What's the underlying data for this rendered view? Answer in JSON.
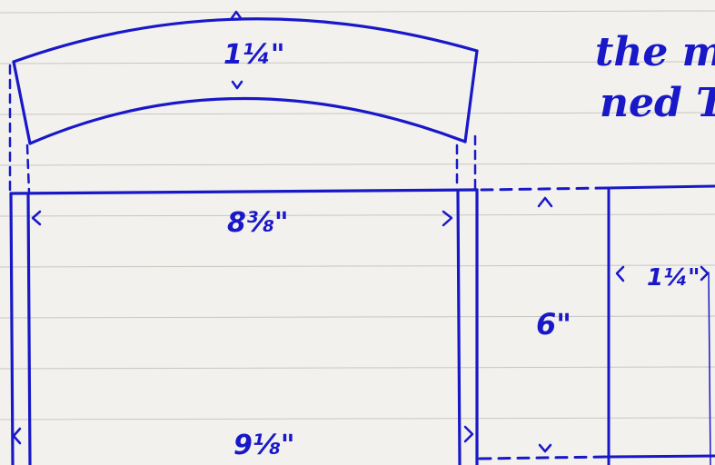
{
  "ink_color": "#1818c8",
  "paper_color": "#f3f1ee",
  "rule_color": "#c9c6c0",
  "arch": {
    "thickness_label": "1¼\""
  },
  "frame": {
    "inner_width_label": "8⅜\"",
    "outer_width_label": "9⅛\""
  },
  "side_view": {
    "height_label": "6\"",
    "depth_label": "1¼\""
  },
  "notes": {
    "line1": "the m",
    "line2": "ned T"
  }
}
